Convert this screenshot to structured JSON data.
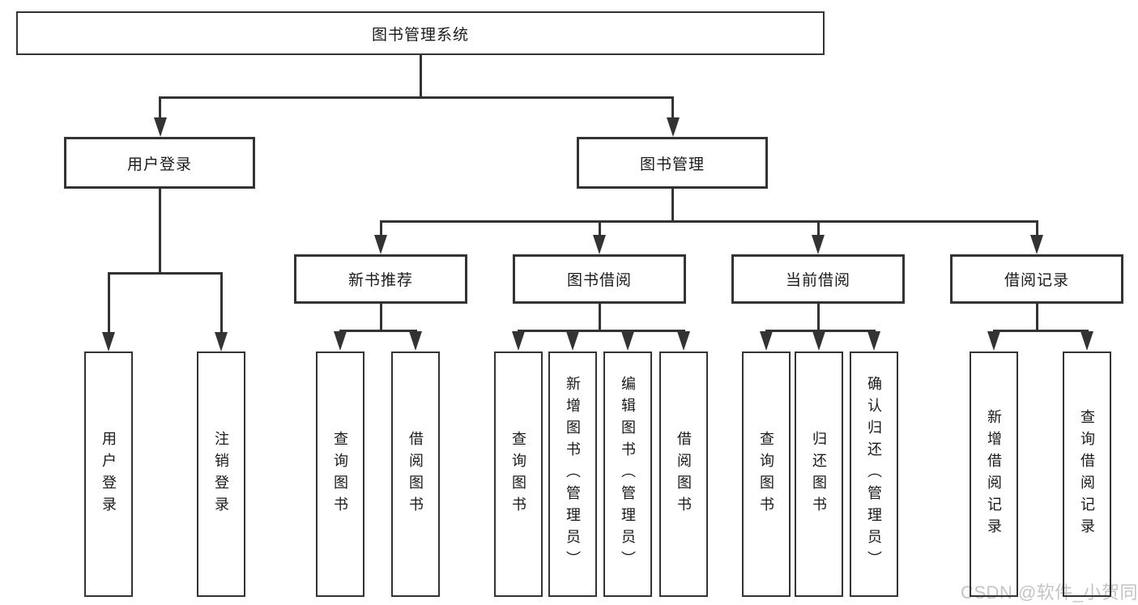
{
  "colors": {
    "line": "#333333",
    "text": "#1a1a1a",
    "watermark": "#c4c4c4",
    "background": "#ffffff"
  },
  "tree": {
    "root": {
      "label": "图书管理系统"
    },
    "branches": [
      {
        "label": "用户登录",
        "children": [
          {
            "label": "用户登录"
          },
          {
            "label": "注销登录"
          }
        ]
      },
      {
        "label": "图书管理",
        "sections": [
          {
            "label": "新书推荐",
            "children": [
              {
                "label": "查询图书"
              },
              {
                "label": "借阅图书"
              }
            ]
          },
          {
            "label": "图书借阅",
            "children": [
              {
                "label": "查询图书"
              },
              {
                "label": "新增图书（管理员）"
              },
              {
                "label": "编辑图书（管理员）"
              },
              {
                "label": "借阅图书"
              }
            ]
          },
          {
            "label": "当前借阅",
            "children": [
              {
                "label": "查询图书"
              },
              {
                "label": "归还图书"
              },
              {
                "label": "确认归还（管理员）"
              }
            ]
          },
          {
            "label": "借阅记录",
            "children": [
              {
                "label": "新增借阅记录"
              },
              {
                "label": "查询借阅记录"
              }
            ]
          }
        ]
      }
    ]
  },
  "watermark": {
    "text": "CSDN @软件_小贺同学"
  }
}
